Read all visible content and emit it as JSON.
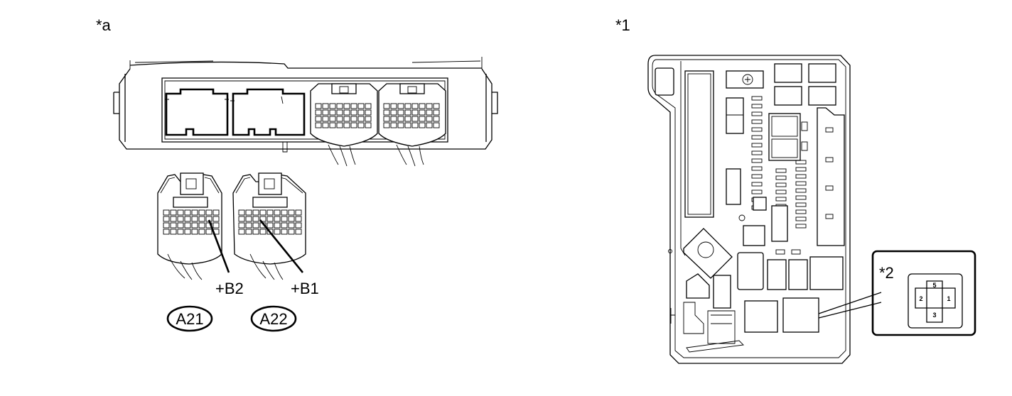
{
  "labels": {
    "view_a": "*a",
    "item_1": "*1",
    "item_2": "*2",
    "terminal_b2": "+B2",
    "terminal_b1": "+B1",
    "connector_a21": "A21",
    "connector_a22": "A22"
  },
  "relay_pins": {
    "top": "5",
    "left": "2",
    "right": "1",
    "bottom": "3"
  },
  "colors": {
    "highlight": "#c8c8c8",
    "line": "#000000"
  }
}
